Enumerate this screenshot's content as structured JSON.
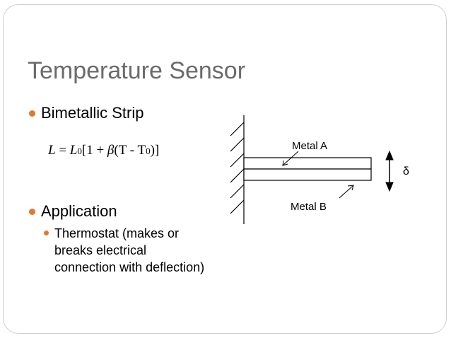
{
  "slide": {
    "title": "Temperature Sensor",
    "bullets": {
      "bimetallic": "Bimetallic Strip",
      "application": "Application",
      "thermostat": "Thermostat (makes or breaks electrical connection with deflection)"
    },
    "formula": {
      "lhs": "L",
      "eq": " = ",
      "l0": "L",
      "l0_sub": "0",
      "open": "[1 + ",
      "beta": "β",
      "paren": "(T - T",
      "t0_sub": "0",
      "close": ")]"
    },
    "diagram": {
      "metal_a": "Metal A",
      "metal_b": "Metal B",
      "delta": "δ"
    }
  },
  "colors": {
    "accent": "#e07a2f",
    "title": "#6b6b6b"
  },
  "icons": [
    "wall-hatch-icon",
    "double-arrow-icon"
  ]
}
